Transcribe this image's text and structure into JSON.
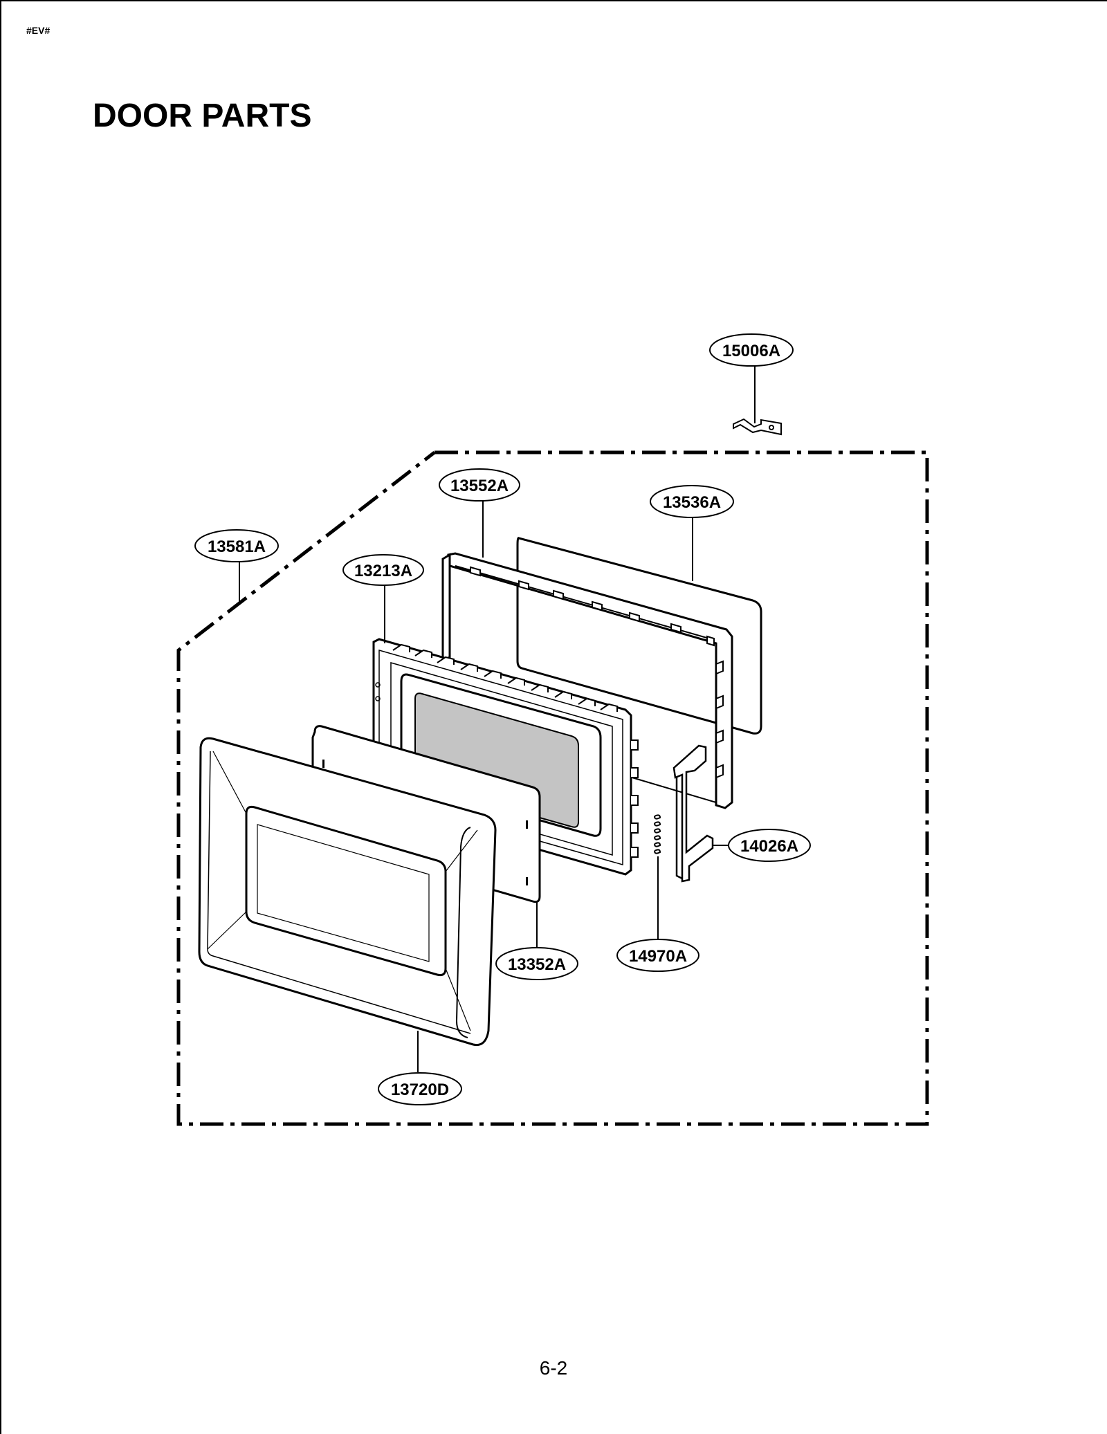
{
  "header_code": "#EV#",
  "title": "DOOR PARTS",
  "page_number": "6-2",
  "callouts": [
    {
      "id": "15006A"
    },
    {
      "id": "13552A"
    },
    {
      "id": "13536A"
    },
    {
      "id": "13581A"
    },
    {
      "id": "13213A"
    },
    {
      "id": "14026A"
    },
    {
      "id": "13352A"
    },
    {
      "id": "14970A"
    },
    {
      "id": "13720D"
    }
  ],
  "colors": {
    "line": "#000000",
    "glass": "#c4c4c4",
    "paper": "#ffffff"
  }
}
